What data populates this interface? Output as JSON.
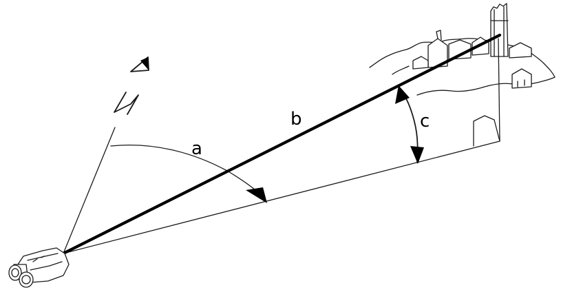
{
  "diagram": {
    "labels": {
      "a": "a",
      "b": "b",
      "c": "c"
    },
    "icons": {
      "north_arrow": "north-arrow-icon",
      "binoculars": "binoculars-icon",
      "castle": "castle-icon"
    },
    "colors": {
      "ink": "#000000",
      "background": "#ffffff"
    }
  }
}
